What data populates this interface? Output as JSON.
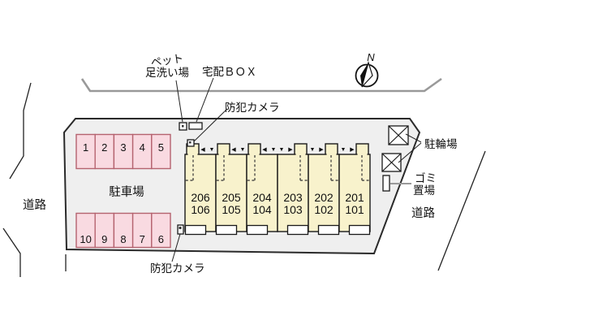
{
  "compass": {
    "north_label": "N"
  },
  "roads": {
    "left_label": "道路",
    "right_label": "道路"
  },
  "facilities": {
    "pet_wash_line1": "ペット",
    "pet_wash_line2": "足洗い場",
    "delivery_box": "宅配ＢＯＸ",
    "camera_top": "防犯カメラ",
    "camera_bottom": "防犯カメラ",
    "parking_lot": "駐車場",
    "bicycle_parking": "駐輪場",
    "garbage_line1": "ゴミ",
    "garbage_line2": "置場"
  },
  "parking": {
    "row_top": [
      "1",
      "2",
      "3",
      "4",
      "5"
    ],
    "row_bottom": [
      "10",
      "9",
      "8",
      "7",
      "6"
    ]
  },
  "building": {
    "units": [
      {
        "upper": "206",
        "lower": "106"
      },
      {
        "upper": "205",
        "lower": "105"
      },
      {
        "upper": "204",
        "lower": "104"
      },
      {
        "upper": "203",
        "lower": "103"
      },
      {
        "upper": "202",
        "lower": "102"
      },
      {
        "upper": "201",
        "lower": "101"
      }
    ]
  },
  "arrows": {
    "left": "◀",
    "down": "▼",
    "right": "▶"
  },
  "colors": {
    "site_fill": "#efefef",
    "stall_fill": "#f9dae1",
    "stall_border": "#b5636f",
    "building_fill": "#f8f2cc",
    "road_gray": "#999999"
  }
}
